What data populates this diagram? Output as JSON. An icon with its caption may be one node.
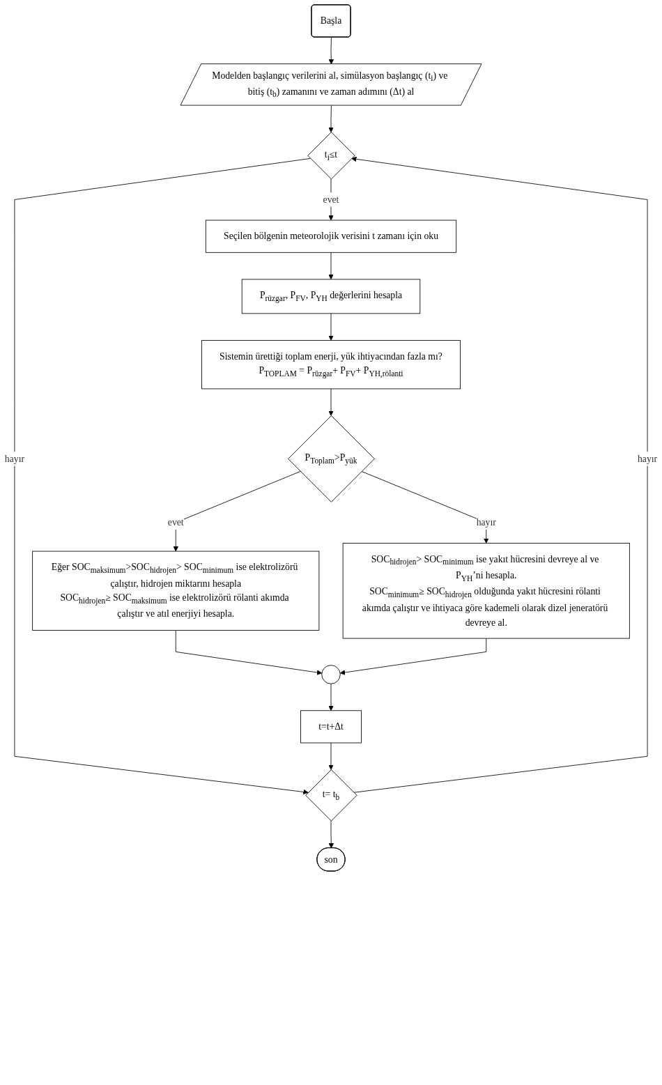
{
  "diagram": {
    "nodes": [
      {
        "text": [
          "Başla"
        ]
      },
      {
        "text": [
          "Modelden başlangıç verilerini al, simülasyon başlangıç (t$_{i}$) ve bitiş (t$_{b}$) zamanını ve zaman adımını (Δt) al"
        ]
      },
      {
        "text": [
          "t$_{i}$≤t"
        ]
      },
      {
        "text": [
          "Seçilen bölgenin meteorolojik verisini t zamanı için oku"
        ]
      },
      {
        "text": [
          "P$_{rüzgar}$, P$_{FV}$, P$_{YH}$ değerlerini hesapla"
        ]
      },
      {
        "text": [
          "Sistemin ürettiği toplam enerji, yük ihtiyacından fazla mı?",
          "P$_{TOPLAM}$ = P$_{rüzgar}$+ P$_{FV}$+ P$_{YH,rölanti}$"
        ]
      },
      {
        "text": [
          "P$_{Toplam}$>P$_{yük}$"
        ]
      },
      {
        "text": [
          "Eğer SOC$_{maksimum}$>SOC$_{hidrojen}$> SOC$_{minimum}$ ise elektrolizörü çalıştır, hidrojen miktarını hesapla",
          "SOC$_{hidrojen}$≥ SOC$_{maksimum}$ ise elektrolizörü rölanti akımda çalıştır ve atıl enerjiyi hesapla."
        ]
      },
      {
        "text": [
          "SOC$_{hidrojen}$> SOC$_{minimum}$ ise yakıt hücresini devreye al ve P$_{YH}$’ni hesapla.",
          "SOC$_{minimum}$≥ SOC$_{hidrojen}$ olduğunda yakıt hücresini rölanti akımda çalıştır ve ihtiyaca göre kademeli olarak dizel jeneratörü devreye al."
        ]
      },
      {
        "text": [],
        "shape": "circle"
      },
      {
        "text": [
          "t=t+Δt"
        ]
      },
      {
        "text": [
          "t= t$_{b}$"
        ]
      },
      {
        "text": [
          "son"
        ]
      }
    ],
    "edges": [
      {
        "from": 0,
        "to": 1,
        "arrow": "to"
      },
      {
        "from": 1,
        "to": 2,
        "arrow": "to"
      },
      {
        "from": 2,
        "to": 11,
        "label": "hayır",
        "arrow": "to"
      },
      {
        "from": 2,
        "to": 3,
        "label": "evet",
        "arrow": "to"
      },
      {
        "from": 3,
        "to": 4,
        "arrow": "to"
      },
      {
        "from": 4,
        "to": 5,
        "arrow": "to"
      },
      {
        "from": 5,
        "to": 6,
        "arrow": "to"
      },
      {
        "from": 6,
        "to": 7,
        "label": "evet",
        "arrow": "to"
      },
      {
        "from": 6,
        "to": 8,
        "label": "hayır",
        "arrow": "to"
      },
      {
        "from": 7,
        "to": 9,
        "arrow": "to"
      },
      {
        "from": 8,
        "to": 9,
        "arrow": "to"
      },
      {
        "from": 9,
        "to": 10,
        "arrow": "to"
      },
      {
        "from": 10,
        "to": 11,
        "arrow": "to"
      },
      {
        "from": 11,
        "to": 2,
        "label": "hayır",
        "arrow": "to"
      },
      {
        "from": 11,
        "to": 12,
        "arrow": "to"
      }
    ]
  }
}
